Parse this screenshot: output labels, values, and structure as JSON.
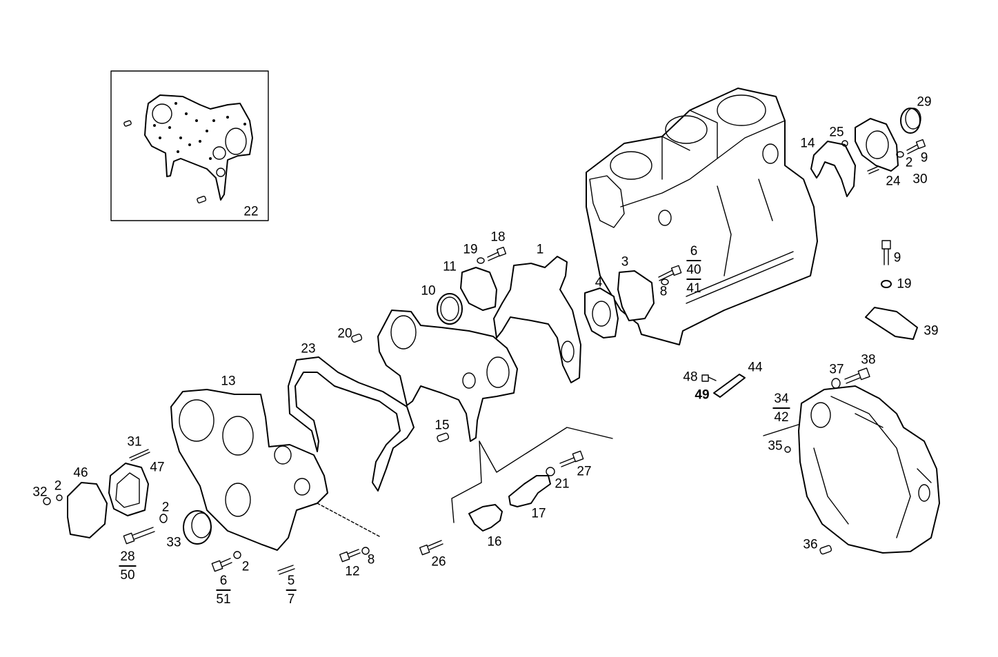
{
  "callouts": {
    "c1": "1",
    "c2a": "2",
    "c2b": "2",
    "c2c": "2",
    "c3": "3",
    "c4": "4",
    "c8a": "8",
    "c8b": "8",
    "c9a": "9",
    "c9b": "9",
    "c10": "10",
    "c11": "11",
    "c12": "12",
    "c13": "13",
    "c14": "14",
    "c15": "15",
    "c16": "16",
    "c17": "17",
    "c18": "18",
    "c19a": "19",
    "c19b": "19",
    "c20": "20",
    "c21": "21",
    "c22": "22",
    "c23": "23",
    "c24": "24",
    "c25": "25",
    "c26": "26",
    "c27": "27",
    "c29": "29",
    "c30": "30",
    "c31": "31",
    "c32": "32",
    "c33": "33",
    "c35": "35",
    "c36": "36",
    "c37": "37",
    "c38": "38",
    "c39": "39",
    "c44": "44",
    "c46": "46",
    "c47": "47",
    "c48": "48",
    "c49": "49"
  },
  "fractions": {
    "f6_40_41": {
      "top": "6",
      "mid": "40",
      "bot": "41"
    },
    "f28_50": {
      "top": "28",
      "bot": "50"
    },
    "f6_51": {
      "top": "6",
      "bot": "51"
    },
    "f5_7": {
      "top": "5",
      "bot": "7"
    },
    "f34_42": {
      "top": "34",
      "bot": "42"
    }
  }
}
